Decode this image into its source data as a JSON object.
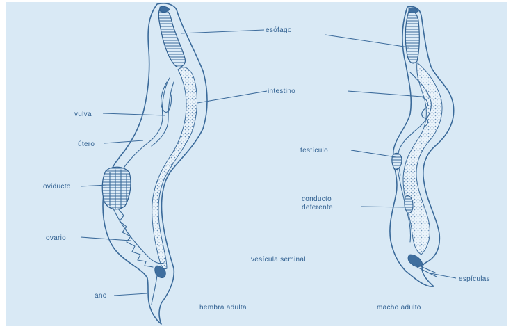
{
  "colors": {
    "paper": "#d9e9f5",
    "ink": "#3a6a9a",
    "label": "#2f5f90"
  },
  "labels": {
    "esofago": "esófago",
    "intestino": "intestino",
    "vulva": "vulva",
    "utero": "útero",
    "oviducto": "oviducto",
    "ovario": "ovario",
    "ano": "ano",
    "testiculo": "testículo",
    "conducto_1": "conducto",
    "conducto_2": "deferente",
    "vesicula": "vesícula seminal",
    "espiculas": "espículas",
    "hembra": "hembra adulta",
    "macho": "macho adulto"
  }
}
